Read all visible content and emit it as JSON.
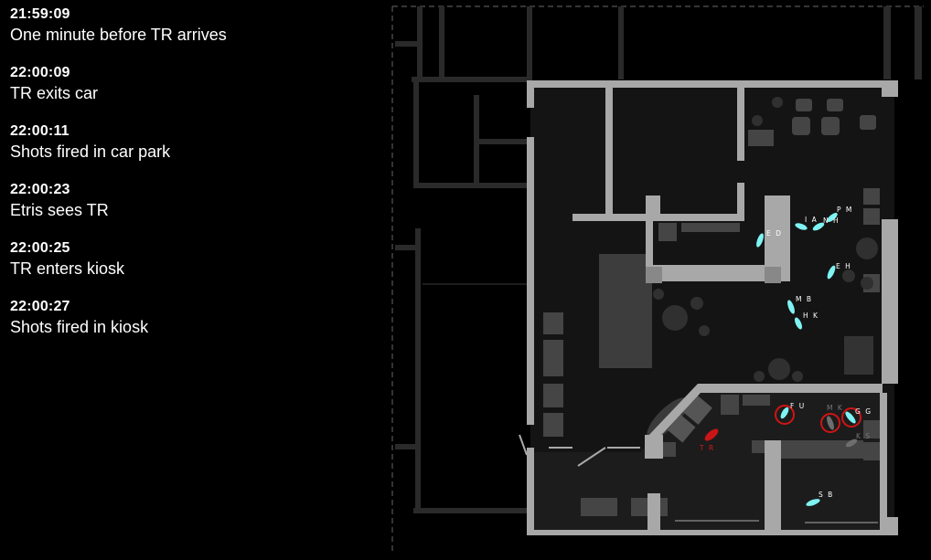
{
  "timeline": [
    {
      "time": "21:59:09",
      "description": "One minute before TR arrives"
    },
    {
      "time": "22:00:09",
      "description": "TR exits car"
    },
    {
      "time": "22:00:11",
      "description": "Shots fired in car park"
    },
    {
      "time": "22:00:23",
      "description": "Etris sees TR"
    },
    {
      "time": "22:00:25",
      "description": "TR enters kiosk"
    },
    {
      "time": "22:00:27",
      "description": "Shots fired in kiosk"
    }
  ],
  "people": [
    {
      "label": "P M",
      "status": "active"
    },
    {
      "label": "I A",
      "status": "active"
    },
    {
      "label": "N H",
      "status": "active"
    },
    {
      "label": "E D",
      "status": "active"
    },
    {
      "label": "E H",
      "status": "active"
    },
    {
      "label": "M B",
      "status": "active"
    },
    {
      "label": "H K",
      "status": "active"
    },
    {
      "label": "F U",
      "status": "active-circled"
    },
    {
      "label": "M K",
      "status": "inactive-circled"
    },
    {
      "label": "G G",
      "status": "active-circled"
    },
    {
      "label": "K S",
      "status": "inactive"
    },
    {
      "label": "T R",
      "status": "subject"
    },
    {
      "label": "S B",
      "status": "active"
    }
  ],
  "colors": {
    "background": "#000000",
    "wall": "#a8a8a8",
    "floor": "#141414",
    "furniture": "#444444",
    "person_active": "#7ff3f3",
    "person_inactive": "#6e6e6e",
    "subject": "#c81515",
    "highlight_circle": "#d01414"
  }
}
